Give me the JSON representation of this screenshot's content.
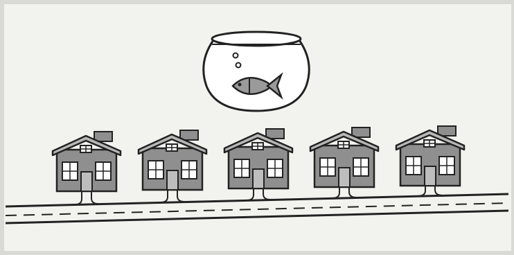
{
  "scene": {
    "description_free": true,
    "background_color": "#f2f2ef",
    "ink_color": "#222222",
    "house_fill": "#8f8f8f",
    "house_roof_fill": "#b8b8b8",
    "window_fill": "#ffffff",
    "bowl_fill": "#ffffff",
    "fish_fill": "#9a9a9a",
    "houses": [
      {
        "id": 1
      },
      {
        "id": 2
      },
      {
        "id": 3
      },
      {
        "id": 4
      },
      {
        "id": 5
      }
    ],
    "icons": [
      "fishbowl-icon",
      "fish-icon",
      "house-icon",
      "road-icon"
    ]
  }
}
